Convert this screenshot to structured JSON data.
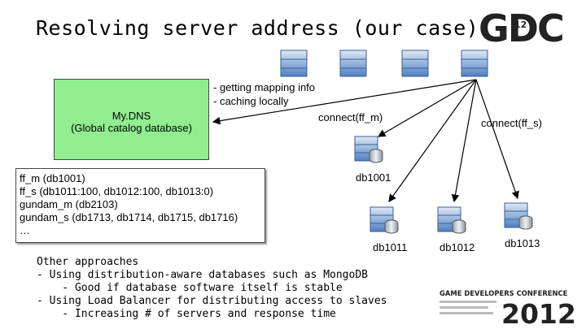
{
  "title": "Resolving server address (our case)",
  "logo": {
    "text": "GDC",
    "badge": "12"
  },
  "mydns": {
    "name": "My.DNS",
    "description": "(Global catalog database)"
  },
  "notes": {
    "line1": "- getting mapping info",
    "line2": "- caching locally"
  },
  "catalog_lines": [
    "ff_m (db1001)",
    "ff_s  (db1011:100, db1012:100, db1013:0)",
    "gundam_m  (db2103)",
    "gundam_s  (db1713, db1714, db1715, db1716)",
    "…"
  ],
  "connect_labels": {
    "ff_m": "connect(ff_m)",
    "ff_s": "connect(ff_s)"
  },
  "databases": {
    "db1001": "db1001",
    "db1011": "db1011",
    "db1012": "db1012",
    "db1013": "db1013"
  },
  "approaches": {
    "heading": "Other approaches",
    "item1": "- Using distribution-aware databases such as MongoDB",
    "item1_sub": "    - Good if database software itself is stable",
    "item2": "- Using Load Balancer for distributing access to slaves",
    "item2_sub": "    - Increasing # of servers and response time"
  },
  "footer": {
    "conference": "GAME DEVELOPERS CONFERENCE",
    "year": "2012"
  },
  "colors": {
    "mydns_fill": "#90ee90",
    "server_blue": "#5b8fd0"
  }
}
